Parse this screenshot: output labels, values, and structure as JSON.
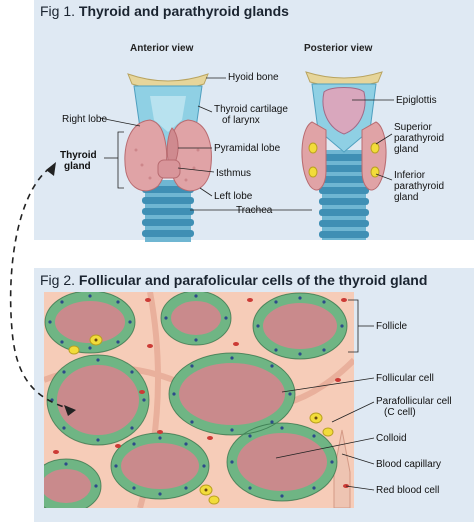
{
  "fig1": {
    "number": "Fig 1.",
    "title": "Thyroid and parathyroid glands",
    "anterior_view": "Anterior view",
    "posterior_view": "Posterior view",
    "labels": {
      "hyoid_bone": "Hyoid bone",
      "thyroid_cartilage_1": "Thyroid cartilage",
      "thyroid_cartilage_2": "of larynx",
      "right_lobe": "Right lobe",
      "pyramidal_lobe": "Pyramidal lobe",
      "thyroid_gland_1": "Thyroid",
      "thyroid_gland_2": "gland",
      "isthmus": "Isthmus",
      "left_lobe": "Left lobe",
      "trachea": "Trachea",
      "epiglottis": "Epiglottis",
      "superior_parathyroid_1": "Superior",
      "superior_parathyroid_2": "parathyroid",
      "superior_parathyroid_3": "gland",
      "inferior_parathyroid_1": "Inferior",
      "inferior_parathyroid_2": "parathyroid",
      "inferior_parathyroid_3": "gland"
    }
  },
  "fig2": {
    "number": "Fig 2.",
    "title": "Follicular and parafolicular cells of the thyroid gland",
    "labels": {
      "follicle": "Follicle",
      "follicular_cell": "Follicular cell",
      "parafollicular_1": "Parafollicular cell",
      "parafollicular_2": "(C cell)",
      "colloid": "Colloid",
      "blood_capillary": "Blood capillary",
      "red_blood_cell": "Red blood cell"
    }
  },
  "colors": {
    "panel_bg": "#dfe9f3",
    "gland": "#e0a3a6",
    "cartilage": "#8fd0e4",
    "colloid": "#c98a8c",
    "follicular_cell": "#8fc99a",
    "parafollicular_cell": "#f2dc3a",
    "tissue_bg": "#f6ccb8",
    "red_blood_cell": "#cc3a35"
  }
}
